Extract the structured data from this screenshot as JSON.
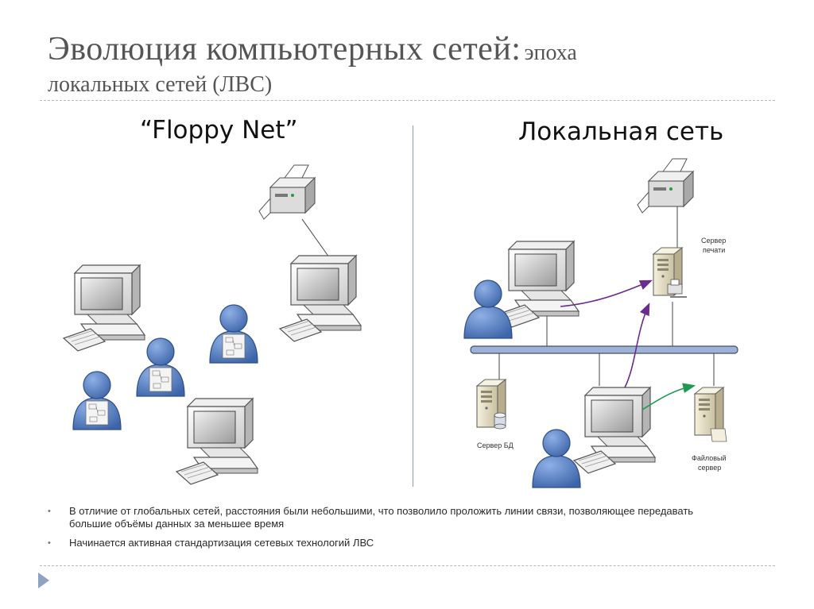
{
  "slide": {
    "title_main": "Эволюция компьютерных сетей:",
    "title_tail": "эпоха",
    "title_line2": "локальных сетей (ЛВС)"
  },
  "left": {
    "heading": "“Floppy Net”"
  },
  "right": {
    "heading": "Локальная сеть",
    "print_server_label": [
      "Сервер",
      "печати"
    ],
    "db_server_label": "Сервер БД",
    "file_server_label": [
      "Файловый",
      "сервер"
    ]
  },
  "bullets": [
    "В отличие от глобальных сетей, расстояния были небольшими, что позволило проложить линии связи, позволяющее передавать большие объёмы данных за меньшее время",
    "Начинается активная стандартизация сетевых технологий ЛВС"
  ],
  "colors": {
    "person": "#5b82c6",
    "bus": "#9fb1d4",
    "arrow_purple": "#6b2b8f",
    "arrow_green": "#1f9a52"
  },
  "icons": [
    "printer-icon",
    "computer-icon",
    "user-icon",
    "server-icon",
    "nav-arrow-icon"
  ]
}
